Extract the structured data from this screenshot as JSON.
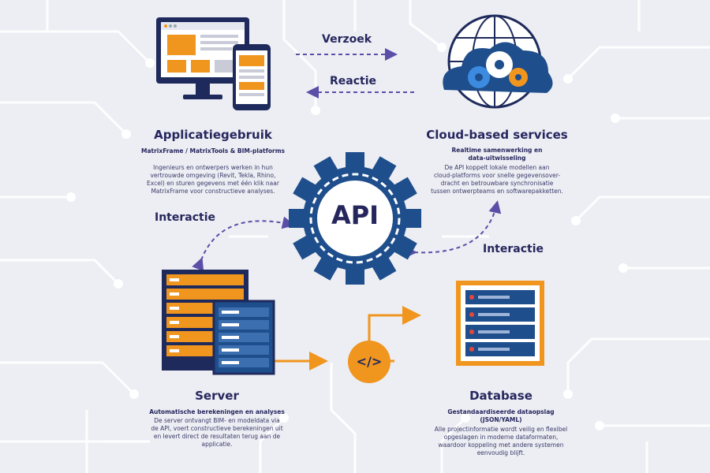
{
  "api": {
    "label": "API"
  },
  "code_symbol": "</>",
  "flows": {
    "request": "Verzoek",
    "response": "Reactie",
    "interaction_left": "Interactie",
    "interaction_right": "Interactie"
  },
  "application": {
    "title": "Applicatiegebruik",
    "subtitle": "MatrixFrame / MatrixTools & BIM-platforms",
    "description": "Ingenieurs en ontwerpers werken in hun\nvertrouwde omgeving (Revit, Tekla, Rhino,\nExcel) en sturen gegevens met één klik naar\nMatrixFrame voor constructieve analyses."
  },
  "cloud": {
    "title": "Cloud-based services",
    "subtitle": "Realtime samenwerking en\ndata-uitwisseling",
    "description": "De API koppelt lokale modellen aan\ncloud-platforms voor snelle gegevensover-\ndracht en betrouwbare synchronisatie\ntussen ontwerpteams en softwarepakketten."
  },
  "server": {
    "title": "Server",
    "subtitle": "Automatische berekeningen en analyses",
    "description": "De server ontvangt BIM- en modeldata via\nde API, voert constructieve berekeningen uit\nen levert direct de resultaten terug aan de\napplicatie."
  },
  "database": {
    "title": "Database",
    "subtitle": "Gestandaardiseerde dataopslag\n(JSON/YAML)",
    "description": "Alle projectinformatie wordt veilig en flexibel\nopgeslagen in moderne dataformaten,\nwaardoor koppeling met andere systemen\neenvoudig blijft."
  },
  "colors": {
    "navy": "#1f4e8c",
    "dark": "#26265e",
    "orange": "#f0951e",
    "purple": "#5a4ea8"
  }
}
